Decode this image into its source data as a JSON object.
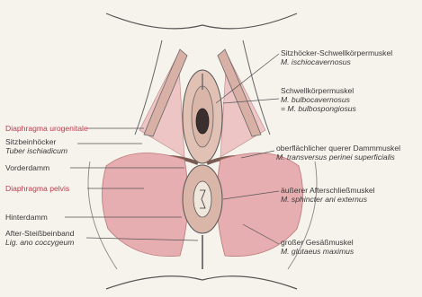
{
  "colors": {
    "background": "#f6f2ec",
    "muscle_pink": "#e6aeb0",
    "highlight_red": "#c0394b",
    "line": "#555555"
  },
  "left_labels": [
    {
      "id": "diaphragma-urogenitale",
      "title": "Diaphragma urogenitale",
      "latin": "",
      "highlight": true
    },
    {
      "id": "sitzbeinhoecker",
      "title": "Sitzbeinhöcker",
      "latin": "Tuber ischiadicum",
      "highlight": false
    },
    {
      "id": "vorderdamm",
      "title": "Vorderdamm",
      "latin": "",
      "highlight": false
    },
    {
      "id": "diaphragma-pelvis",
      "title": "Diaphragma pelvis",
      "latin": "",
      "highlight": true
    },
    {
      "id": "hinterdamm",
      "title": "Hinterdamm",
      "latin": "",
      "highlight": false
    },
    {
      "id": "after-steissbeinband",
      "title": "After-Steißbeinband",
      "latin": "Lig. ano coccygeum",
      "highlight": false
    }
  ],
  "right_labels": [
    {
      "id": "sitzhoecker-schwellkoerpermuskel",
      "title": "Sitzhöcker-Schwellkörpermuskel",
      "latin": "M. ischiocavernosus",
      "latin2": ""
    },
    {
      "id": "schwellkoerpermuskel",
      "title": "Schwellkörpermuskel",
      "latin": "M. bulbocavernosus",
      "latin2": "= M. bulbospongiosus"
    },
    {
      "id": "oberflaechlicher-querer-dammmuskel",
      "title": "oberflächlicher querer Dammmuskel",
      "latin": "M. transversus perinei superficialis",
      "latin2": ""
    },
    {
      "id": "aeusserer-afterschliessmuskel",
      "title": "äußerer Afterschließmuskel",
      "latin": "M. sphincter ani externus",
      "latin2": ""
    },
    {
      "id": "grosser-gesaessmuskel",
      "title": "großer Gesäßmuskel",
      "latin": "M. glutaeus maximus",
      "latin2": ""
    }
  ]
}
